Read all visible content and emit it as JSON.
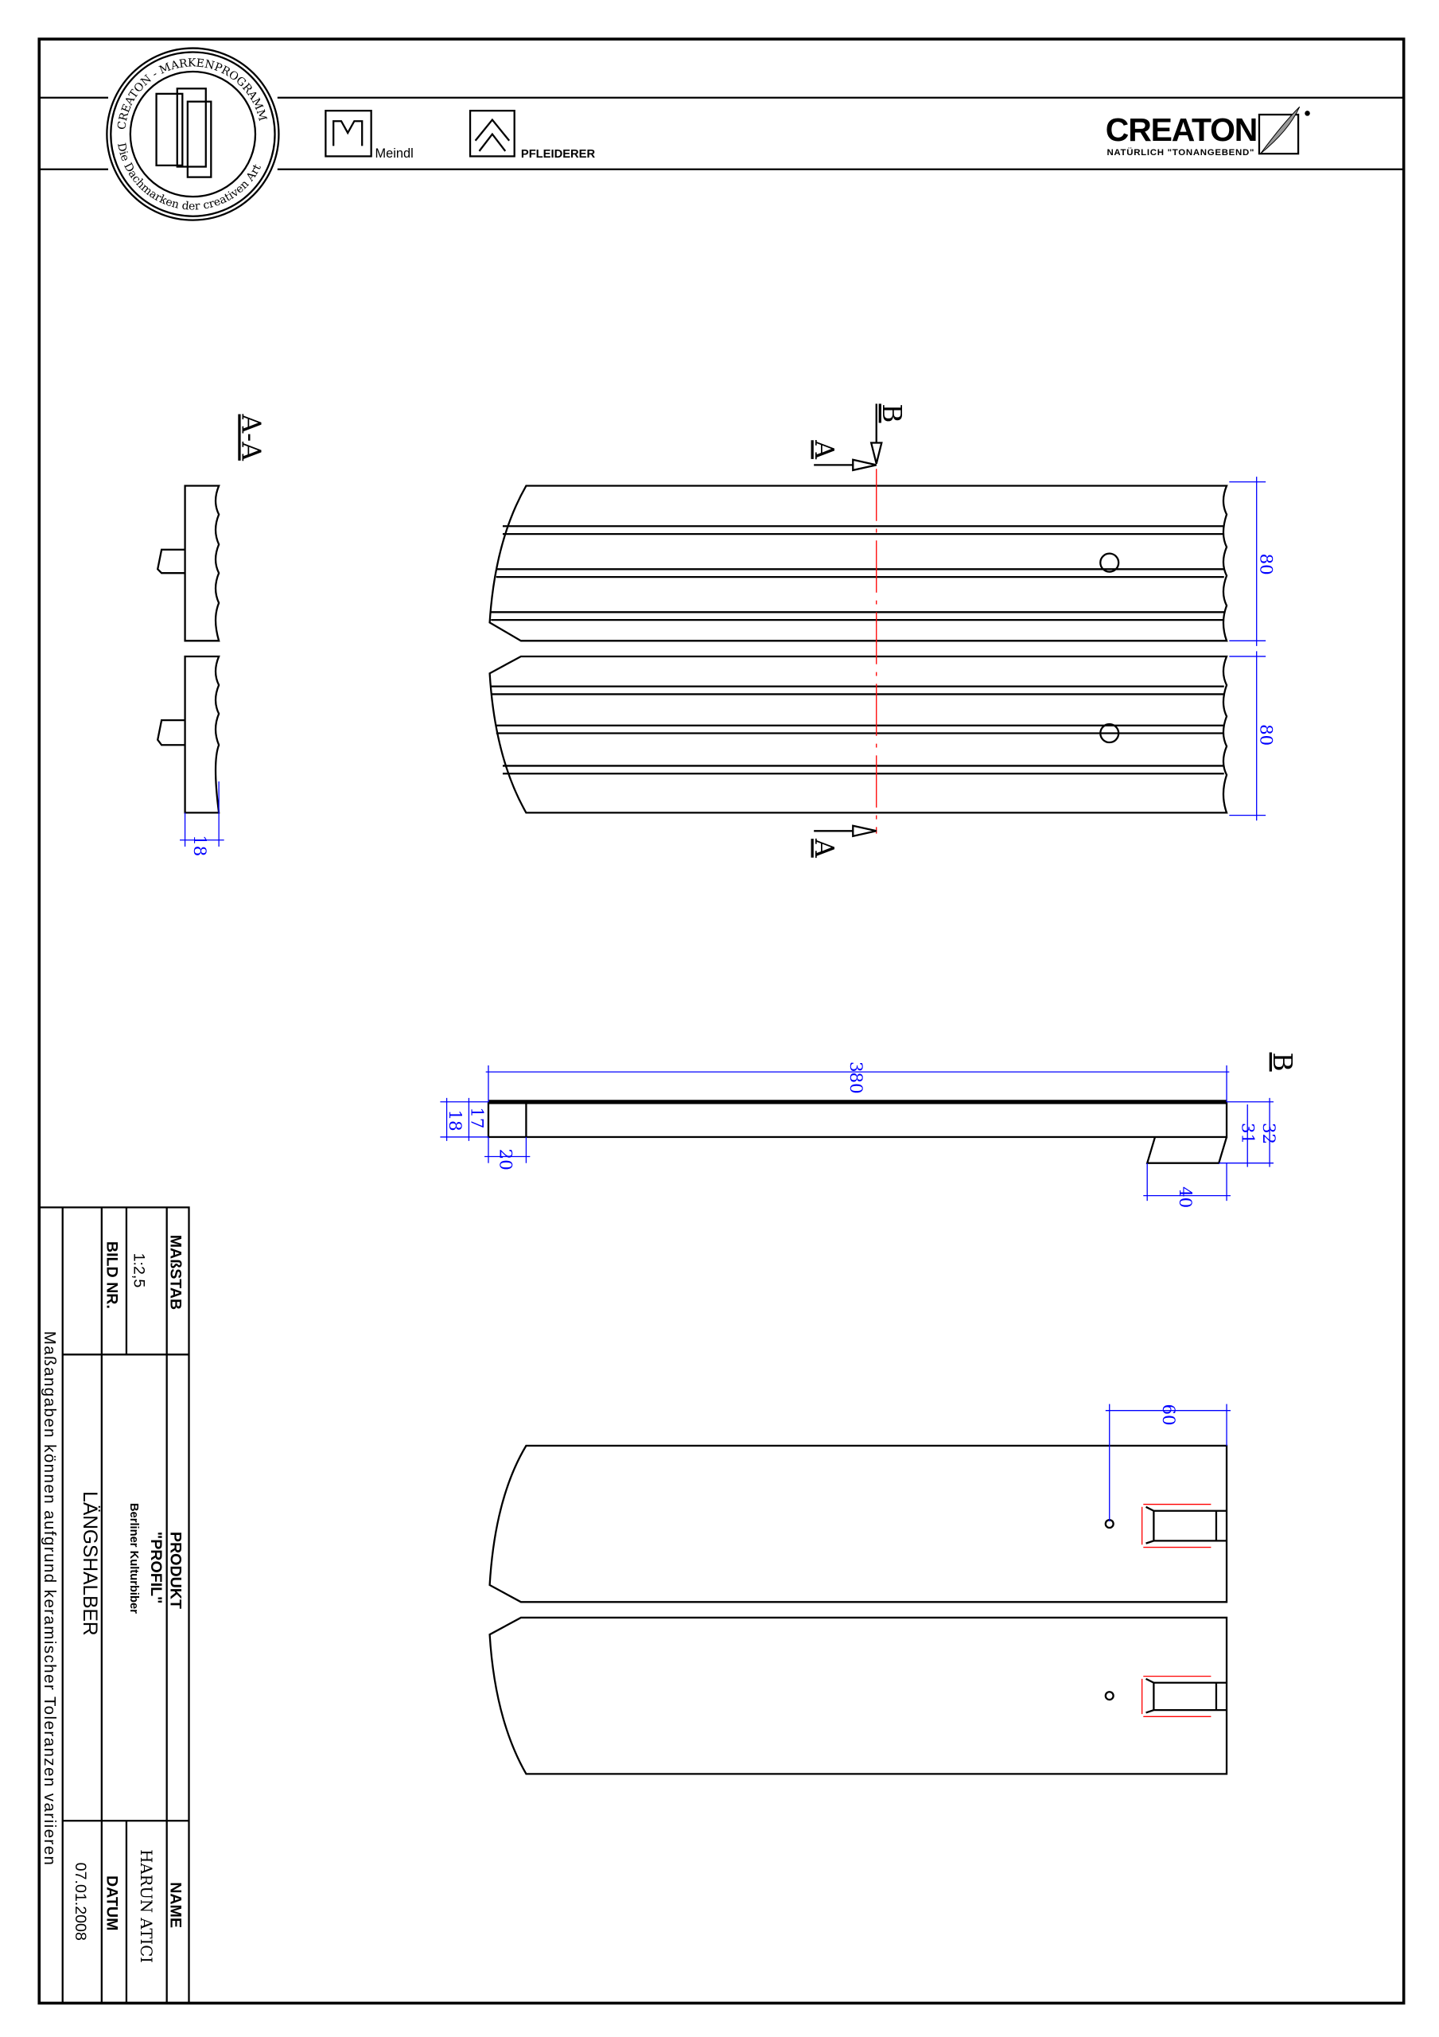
{
  "header": {
    "seal_text_top": "CREATON - MARKENPROGRAMM",
    "seal_text_bottom": "Die Dachmarken der creativen Art",
    "brand_meindl": "Meindl",
    "brand_pfleiderer": "PFLEIDERER",
    "brand_creaton": "CREATON",
    "creaton_slogan": "NATÜRLICH \"TONANGEBEND\""
  },
  "drawing": {
    "section_aa_title": "A-A",
    "section_a": "A",
    "section_b": "B",
    "dims": {
      "width_upper": "80",
      "width_lower": "80",
      "section_thickness": "18",
      "length": "380",
      "side_18": "18",
      "side_17": "17",
      "side_20": "20",
      "side_32": "32",
      "side_31": "31",
      "nose_40": "40",
      "hole_60": "60"
    },
    "colors": {
      "dimension": "#0000ff",
      "centerline": "#ff0000"
    }
  },
  "title_block": {
    "scale_label": "MAßSTAB",
    "scale_value": "1:2,5",
    "image_no_label": "BILD NR.",
    "product_label": "PRODUKT",
    "product_name": "\"PROFIL\"",
    "product_sub": "Berliner Kulturbiber",
    "part_name": "LÄNGSHALBER",
    "name_label": "NAME",
    "name_value": "HARUN ATICI",
    "date_label": "DATUM",
    "date_value": "07.01.2008",
    "note": "Maßangaben können aufgrund keramischer Toleranzen variieren"
  }
}
